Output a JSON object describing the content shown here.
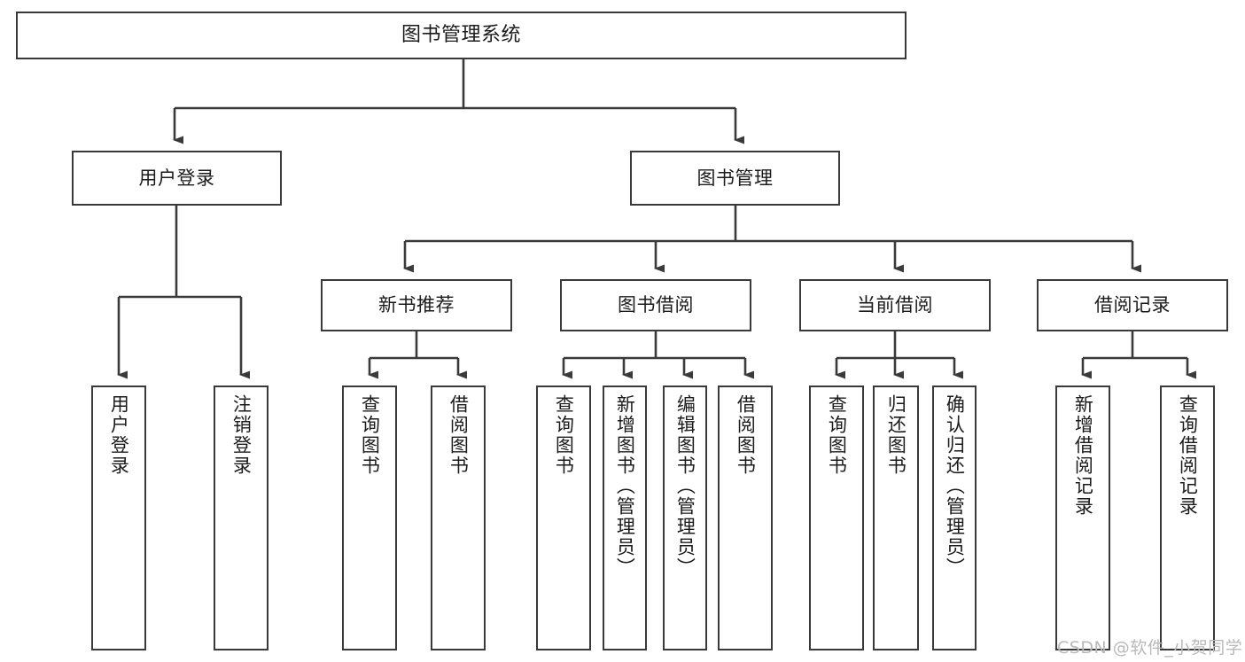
{
  "diagram": {
    "type": "tree-hierarchy",
    "title": "图书管理系统",
    "orientation": "top-down",
    "colors": {
      "box_border": "#3a3a3a",
      "box_fill": "#ffffff",
      "connector": "#3a3a3a",
      "text": "#1b1b1b",
      "watermark": "#b9b9b9",
      "background": "#ffffff"
    },
    "levels": {
      "root": [
        "图书管理系统"
      ],
      "level2": [
        "用户登录",
        "图书管理"
      ],
      "level3": [
        "新书推荐",
        "图书借阅",
        "当前借阅",
        "借阅记录"
      ],
      "leaves": [
        "用户登录",
        "注销登录",
        "查询图书",
        "借阅图书",
        "查询图书",
        "新增图书（管理员）",
        "编辑图书（管理员）",
        "借阅图书",
        "查询图书",
        "归还图书",
        "确认归还（管理员）",
        "新增借阅记录",
        "查询借阅记录"
      ]
    },
    "nodes": {
      "root": {
        "label": "图书管理系统"
      },
      "user_login": {
        "label": "用户登录"
      },
      "book_manage": {
        "label": "图书管理"
      },
      "new_book_rec": {
        "label": "新书推荐"
      },
      "book_borrow": {
        "label": "图书借阅"
      },
      "current_borrow": {
        "label": "当前借阅"
      },
      "borrow_record": {
        "label": "借阅记录"
      },
      "leaf_user_login": {
        "label": "用户登录"
      },
      "leaf_logout": {
        "label": "注销登录"
      },
      "leaf_query_book_a": {
        "label": "查询图书"
      },
      "leaf_borrow_book_a": {
        "label": "借阅图书"
      },
      "leaf_query_book_b": {
        "label": "查询图书"
      },
      "leaf_add_book": {
        "label": "新增图书（管理员）"
      },
      "leaf_edit_book": {
        "label": "编辑图书（管理员）"
      },
      "leaf_borrow_book_b": {
        "label": "借阅图书"
      },
      "leaf_query_book_c": {
        "label": "查询图书"
      },
      "leaf_return_book": {
        "label": "归还图书"
      },
      "leaf_confirm_return": {
        "label": "确认归还（管理员）"
      },
      "leaf_add_record": {
        "label": "新增借阅记录"
      },
      "leaf_query_record": {
        "label": "查询借阅记录"
      }
    },
    "edges": [
      {
        "from": "root",
        "to": "user_login"
      },
      {
        "from": "root",
        "to": "book_manage"
      },
      {
        "from": "user_login",
        "to": "leaf_user_login"
      },
      {
        "from": "user_login",
        "to": "leaf_logout"
      },
      {
        "from": "book_manage",
        "to": "new_book_rec"
      },
      {
        "from": "book_manage",
        "to": "book_borrow"
      },
      {
        "from": "book_manage",
        "to": "current_borrow"
      },
      {
        "from": "book_manage",
        "to": "borrow_record"
      },
      {
        "from": "new_book_rec",
        "to": "leaf_query_book_a"
      },
      {
        "from": "new_book_rec",
        "to": "leaf_borrow_book_a"
      },
      {
        "from": "book_borrow",
        "to": "leaf_query_book_b"
      },
      {
        "from": "book_borrow",
        "to": "leaf_add_book"
      },
      {
        "from": "book_borrow",
        "to": "leaf_edit_book"
      },
      {
        "from": "book_borrow",
        "to": "leaf_borrow_book_b"
      },
      {
        "from": "current_borrow",
        "to": "leaf_query_book_c"
      },
      {
        "from": "current_borrow",
        "to": "leaf_return_book"
      },
      {
        "from": "current_borrow",
        "to": "leaf_confirm_return"
      },
      {
        "from": "borrow_record",
        "to": "leaf_add_record"
      },
      {
        "from": "borrow_record",
        "to": "leaf_query_record"
      }
    ]
  },
  "watermark": {
    "text": "CSDN @软件_小贺同学"
  }
}
